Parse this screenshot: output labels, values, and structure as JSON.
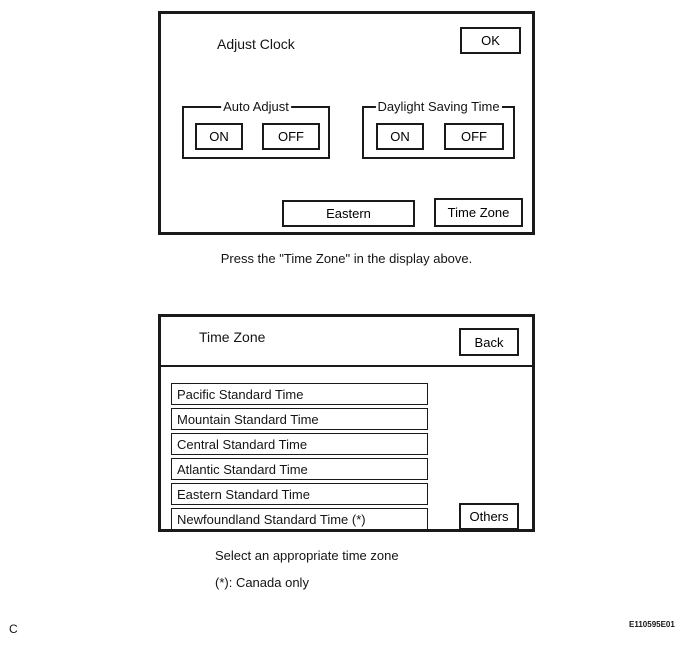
{
  "adjust_clock_screen": {
    "title": "Adjust Clock",
    "ok_button": "OK",
    "groups": [
      {
        "label": "Auto Adjust",
        "on": "ON",
        "off": "OFF"
      },
      {
        "label": "Daylight Saving Time",
        "on": "ON",
        "off": "OFF"
      }
    ],
    "eastern_button": "Eastern",
    "time_zone_button": "Time Zone"
  },
  "instruction_1": "Press the \"Time Zone\" in the display above.",
  "time_zone_screen": {
    "title": "Time Zone",
    "back_button": "Back",
    "zones": [
      "Pacific Standard Time",
      "Mountain Standard Time",
      "Central Standard Time",
      "Atlantic Standard Time",
      "Eastern Standard Time",
      "Newfoundland Standard Time (*)"
    ],
    "others_button": "Others"
  },
  "instruction_2": "Select an appropriate time zone",
  "note": "(*): Canada only",
  "page_marks": {
    "corner_mark": "C",
    "figure_code": "E110595E01"
  }
}
